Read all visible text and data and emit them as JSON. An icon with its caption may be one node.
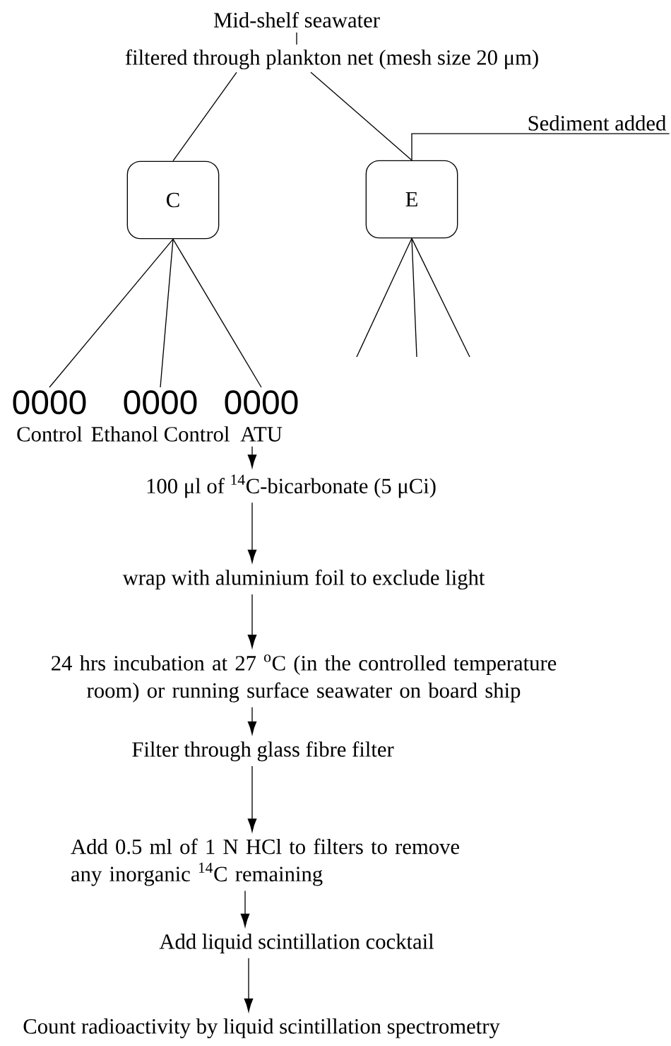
{
  "diagram": {
    "nodes": [
      {
        "text": [
          "Mid-shelf seawater"
        ]
      },
      {
        "text": [
          "filtered through plankton net (mesh size 20 μm)"
        ]
      },
      {
        "text": [
          "C"
        ]
      },
      {
        "text": [
          "E"
        ]
      },
      {
        "text": [
          "Sediment added"
        ]
      },
      {
        "text": [
          "0000",
          "Control"
        ]
      },
      {
        "text": [
          "0000",
          "Ethanol Control"
        ]
      },
      {
        "text": [
          "0000",
          "ATU"
        ]
      },
      {
        "text": [
          "100 μl of $^{14}$C-bicarbonate (5 μCi)"
        ]
      },
      {
        "text": [
          "wrap with aluminium foil to exclude light"
        ]
      },
      {
        "text": [
          "24 hrs incubation at 27 $^{o}$C (in the controlled temperature room) or running surface seawater on board ship"
        ]
      },
      {
        "text": [
          "Filter through glass fibre filter"
        ]
      },
      {
        "text": [
          "Add 0.5 ml of 1 N HCl to filters to remove any inorganic $^{14}$C remaining"
        ]
      },
      {
        "text": [
          "Add liquid scintillation cocktail"
        ]
      },
      {
        "text": [
          "Count radioactivity by liquid scintillation spectrometry"
        ]
      }
    ],
    "edges": [
      {
        "from": 0,
        "to": 1,
        "arrow": "none"
      },
      {
        "from": 1,
        "to": 2,
        "arrow": "none"
      },
      {
        "from": 1,
        "to": 3,
        "arrow": "none"
      },
      {
        "from": 4,
        "to": 3,
        "arrow": "none"
      },
      {
        "from": 2,
        "to": 5,
        "arrow": "none"
      },
      {
        "from": 2,
        "to": 6,
        "arrow": "none"
      },
      {
        "from": 2,
        "to": 7,
        "arrow": "none"
      },
      {
        "from": 3,
        "to": null,
        "arrow": "none"
      },
      {
        "from": 3,
        "to": null,
        "arrow": "none"
      },
      {
        "from": 3,
        "to": null,
        "arrow": "none"
      },
      {
        "from": 7,
        "to": 8,
        "arrow": "to"
      },
      {
        "from": 8,
        "to": 9,
        "arrow": "to"
      },
      {
        "from": 9,
        "to": 10,
        "arrow": "to"
      },
      {
        "from": 10,
        "to": 11,
        "arrow": "to"
      },
      {
        "from": 11,
        "to": 12,
        "arrow": "to"
      },
      {
        "from": 12,
        "to": 13,
        "arrow": "to"
      },
      {
        "from": 13,
        "to": 14,
        "arrow": "to"
      }
    ]
  }
}
